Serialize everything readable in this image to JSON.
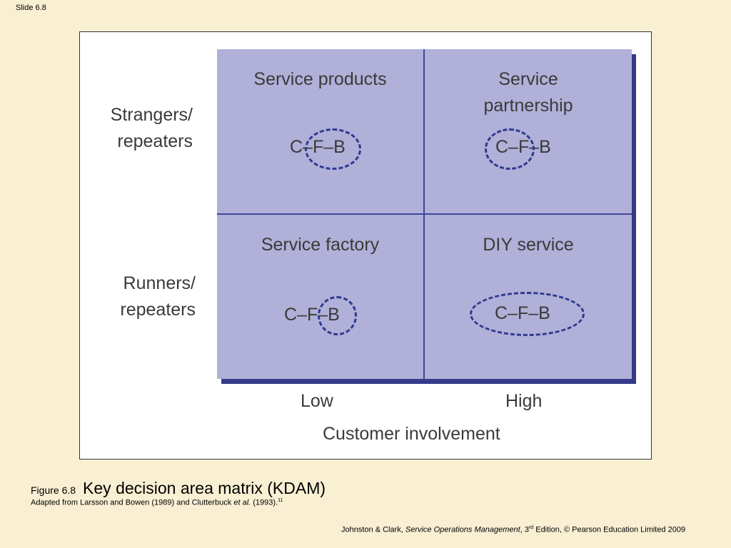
{
  "slide": {
    "number_label": "Slide 6.8"
  },
  "diagram": {
    "quadrants": {
      "top_left": {
        "title": "Service products",
        "code": "C–F–B"
      },
      "top_right": {
        "title": "Service\npartnership",
        "code": "C–F–B"
      },
      "bottom_left": {
        "title": "Service factory",
        "code": "C–F–B"
      },
      "bottom_right": {
        "title": "DIY service",
        "code": "C–F–B"
      }
    },
    "row_labels": {
      "top": "Strangers/\nrepeaters",
      "bottom": "Runners/\nrepeaters"
    },
    "x_tick_labels": {
      "low": "Low",
      "high": "High"
    },
    "x_axis_title": "Customer involvement",
    "colors": {
      "matrix_fill": "#b1b0d8",
      "matrix_shadow": "#353a8a",
      "divider": "#3f4597",
      "dashed_ring": "#2f3a91",
      "background": "#f9efd3"
    }
  },
  "caption": {
    "figure_number": "Figure 6.8",
    "title": "Key decision area matrix (KDAM)",
    "source_prefix": "Adapted from Larsson and Bowen (1989) and Clutterbuck ",
    "source_italic": "et al.",
    "source_suffix": " (1993).",
    "source_note": "11"
  },
  "footer": {
    "authors": "Johnston & Clark, ",
    "book_title": "Service Operations Management",
    "comma": ", ",
    "edition_num": "3",
    "edition_sup": "rd",
    "rest": " Edition, © Pearson Education Limited 2009"
  }
}
